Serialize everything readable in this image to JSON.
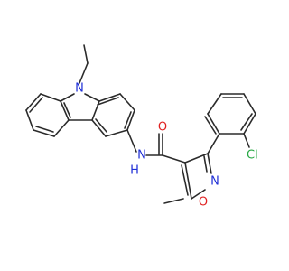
{
  "molecule": {
    "colors": {
      "bond": "#2b2b2b",
      "nitrogen": "#1f2fd6",
      "oxygen": "#e02020",
      "chlorine": "#27a844",
      "background": "#ffffff"
    },
    "atom_labels": {
      "carbazole_n": "N",
      "amide_nh": "N",
      "amide_h": "H",
      "carbonyl_o": "O",
      "isoxazole_n": "N",
      "isoxazole_o": "O",
      "chlorine": "Cl"
    }
  }
}
